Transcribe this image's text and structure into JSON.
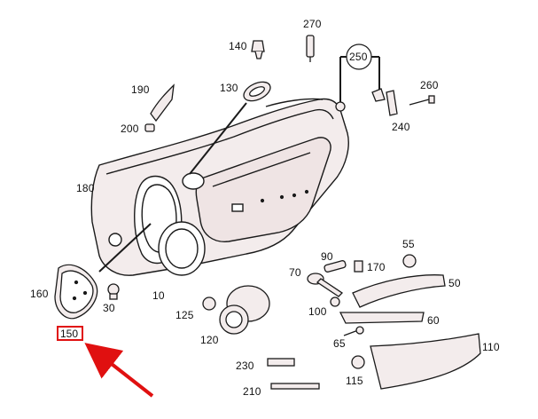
{
  "colors": {
    "line": "#1a1a1a",
    "part_fill": "#f3ecec",
    "highlight": "#e01010",
    "background": "#ffffff"
  },
  "labels": {
    "p270": "270",
    "p140": "140",
    "p250": "250",
    "p260": "260",
    "p190": "190",
    "p130": "130",
    "p200": "200",
    "p240": "240",
    "p180": "180",
    "p90": "90",
    "p55": "55",
    "p170": "170",
    "p70": "70",
    "p50": "50",
    "p160": "160",
    "p30": "30",
    "p10": "10",
    "p125": "125",
    "p100": "100",
    "p60": "60",
    "p120": "120",
    "p65": "65",
    "p110": "110",
    "p150": "150",
    "p230": "230",
    "p115": "115",
    "p210": "210"
  }
}
